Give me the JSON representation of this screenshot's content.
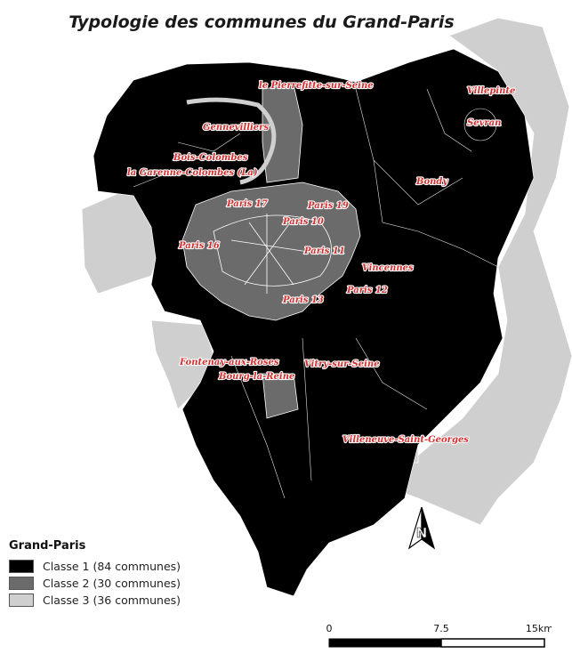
{
  "title": "Typologie des communes du Grand-Paris",
  "colors": {
    "classe_1": "#000000",
    "classe_2": "#6b6b6b",
    "classe_3": "#cfcfcf",
    "label": "#d23030"
  },
  "legend": {
    "title": "Grand-Paris",
    "items": [
      {
        "label": "Classe 1 (84 communes)",
        "color": "#000000"
      },
      {
        "label": "Classe 2 (30 communes)",
        "color": "#6b6b6b"
      },
      {
        "label": "Classe 3 (36 communes)",
        "color": "#cfcfcf"
      }
    ]
  },
  "places": [
    "le Pierrefitte-sur-Seine",
    "Villepinte",
    "Sevran",
    "Gennevilliers",
    "Bois-Colombes",
    "la Garenne-Colombes (La)",
    "Bondy",
    "Paris 17",
    "Paris 19",
    "Paris 10",
    "Paris 16",
    "Paris 11",
    "Vincennes",
    "Paris 12",
    "Paris 13",
    "Fontenay-aux-Roses",
    "Bourg-la-Reine",
    "Vitry-sur-Seine",
    "Villeneuve-Saint-Georges"
  ],
  "scale": {
    "ticks": [
      "0",
      "7.5",
      "15"
    ],
    "unit": "km"
  },
  "north_arrow": {
    "label": "N",
    "icon": "north-arrow-icon"
  }
}
